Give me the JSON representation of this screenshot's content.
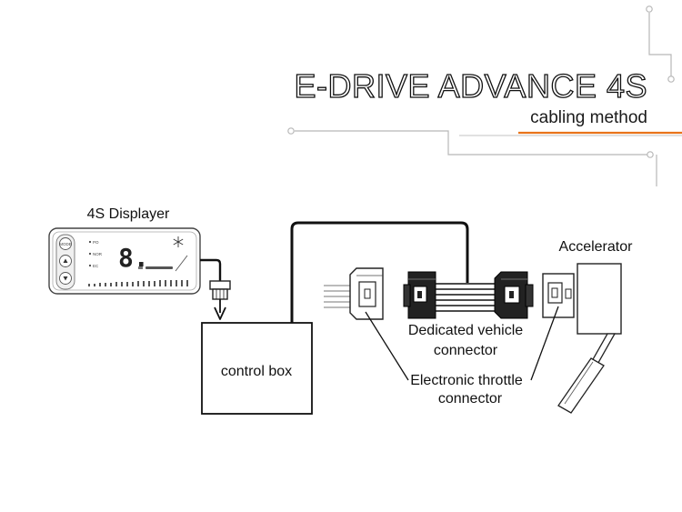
{
  "title": "E-DRIVE ADVANCE 4S",
  "subtitle": "cabling method",
  "labels": {
    "displayer": "4S Displayer",
    "control_box": "control box",
    "accelerator": "Accelerator",
    "dedicated_connector": [
      "Dedicated vehicle",
      "connector"
    ],
    "throttle_connector": [
      "Electronic throttle",
      "connector"
    ]
  },
  "displayer_panel": {
    "mode_button": "MODE",
    "modes": [
      "PO",
      "NOR",
      "EC"
    ],
    "digit": "8."
  },
  "colors": {
    "accent": "#e8731a",
    "line": "#111111",
    "circuit": "#b8b8b8"
  }
}
